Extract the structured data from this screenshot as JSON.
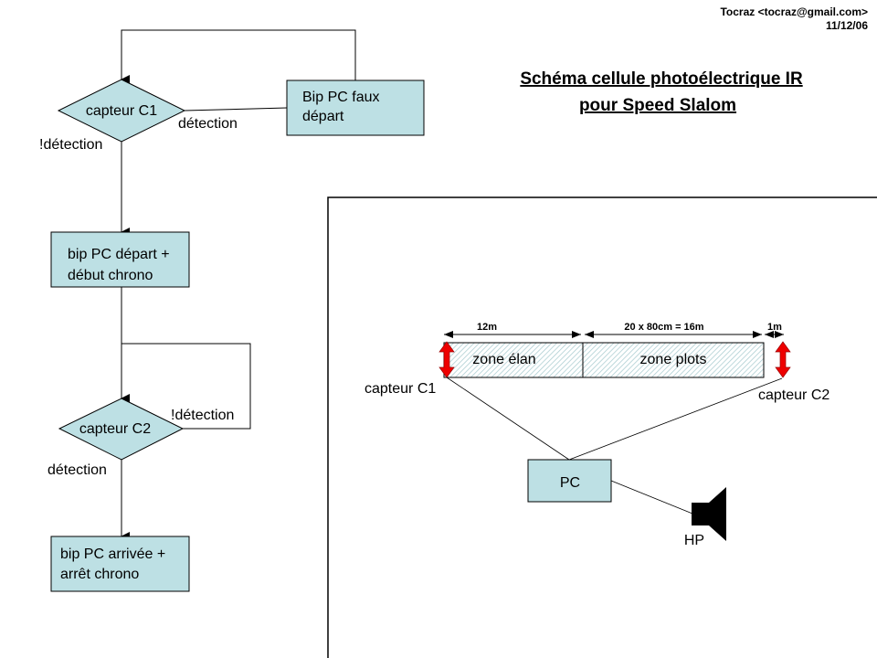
{
  "header": {
    "author": "Tocraz <tocraz@gmail.com>",
    "date": "11/12/06"
  },
  "title": {
    "line1": "Schéma cellule photoélectrique IR",
    "line2": "pour Speed Slalom"
  },
  "colors": {
    "box_fill": "#bde0e4",
    "sensor_arrow": "#ee0000",
    "line": "#000000"
  },
  "flowchart": {
    "decision_c1": "capteur C1",
    "false_start_box": [
      "Bip PC faux",
      "départ"
    ],
    "edge_c1_detect": "détection",
    "edge_c1_nodetect": "!détection",
    "start_box": [
      "bip PC départ +",
      "début chrono"
    ],
    "decision_c2": "capteur C2",
    "edge_c2_nodetect": "!détection",
    "edge_c2_detect": "détection",
    "finish_box": [
      "bip PC arrivée +",
      "arrêt chrono"
    ]
  },
  "layout_diagram": {
    "dim_elan": "12m",
    "dim_plots": "20 x 80cm = 16m",
    "dim_end": "1m",
    "zone_elan": "zone élan",
    "zone_plots": "zone plots",
    "sensor_c1": "capteur C1",
    "sensor_c2": "capteur C2",
    "pc": "PC",
    "speaker": "HP"
  }
}
